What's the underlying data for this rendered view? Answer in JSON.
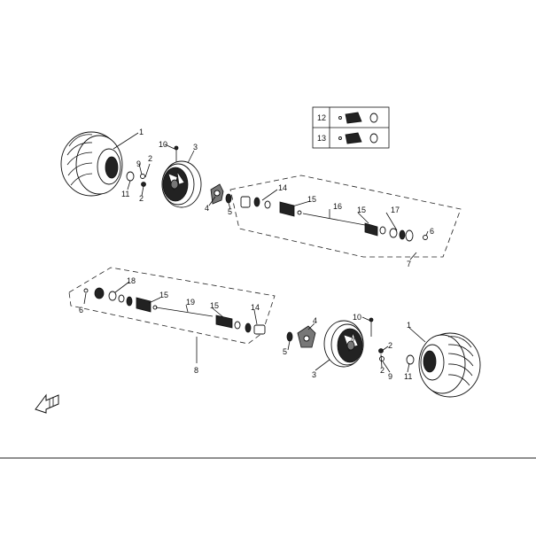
{
  "callouts": {
    "top_tire": "1",
    "top_wheel": "3",
    "top_bolt": "10",
    "top_washer_9": "9",
    "top_nut_2a": "2",
    "top_nut_2b": "2",
    "top_cap_11": "11",
    "top_hub_4": "4",
    "top_spacer_5": "5",
    "top_joint_14": "14",
    "top_boot_15a": "15",
    "top_shaft_16": "16",
    "top_boot_15b": "15",
    "top_kit_17": "17",
    "top_clip_6": "6",
    "top_assembly_7": "7",
    "kit_12": "12",
    "kit_13": "13",
    "bot_kit_18": "18",
    "bot_boot_15a": "15",
    "bot_clip_6": "6",
    "bot_shaft_19": "19",
    "bot_boot_15b": "15",
    "bot_joint_14": "14",
    "bot_assembly_8": "8",
    "bot_hub_4": "4",
    "bot_spacer_5": "5",
    "bot_bolt_10": "10",
    "bot_tire_1": "1",
    "bot_wheel_3": "3",
    "bot_nut_2a": "2",
    "bot_nut_2b": "2",
    "bot_washer_9": "9",
    "bot_cap_11": "11"
  },
  "icons": {
    "front_direction": "direction-arrow-icon"
  }
}
